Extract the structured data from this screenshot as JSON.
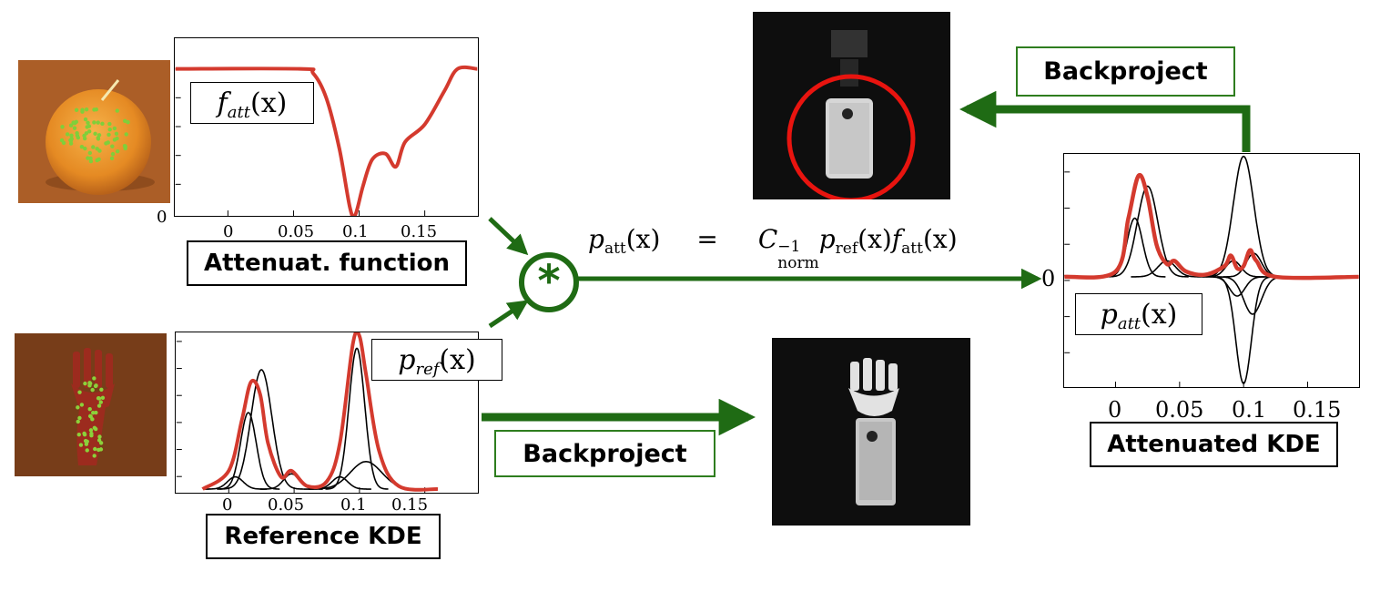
{
  "labels": {
    "attenuat_function": "Attenuat. function",
    "reference_kde": "Reference KDE",
    "attenuated_kde": "Attenuated KDE",
    "backproject_top": "Backproject",
    "backproject_bottom": "Backproject"
  },
  "math": {
    "f_att": {
      "base": "f",
      "sub": "att",
      "arg": "(x)"
    },
    "p_ref": {
      "base": "p",
      "sub": "ref",
      "arg": "(x)"
    },
    "p_att": {
      "base": "p",
      "sub": "att",
      "arg": "(x)"
    },
    "equation": {
      "lhs_base": "p",
      "lhs_sub": "att",
      "lhs_arg": "(x)",
      "eq": "=",
      "c_base": "C",
      "c_sup": "−1",
      "c_sub": "norm",
      "r1_base": "p",
      "r1_sub": "ref",
      "r1_arg": "(x)",
      "r2_base": "f",
      "r2_sub": "att",
      "r2_arg": "(x)"
    }
  },
  "operator_symbol": "*",
  "axis_zero_left": "0",
  "axis_zero_right": "0",
  "colors": {
    "arrow_green": "#1f6b14",
    "kde_red": "#d43a2e",
    "circle_red": "#e8140f"
  },
  "chart_data": [
    {
      "type": "line",
      "name_ref": "Attenuat. function",
      "x_ticks": [
        "0",
        "0.05",
        "0.1",
        "0.15"
      ],
      "xlim": [
        -0.04,
        0.19
      ],
      "series": [
        {
          "values_x": [
            -0.04,
            0.055,
            0.065,
            0.075,
            0.085,
            0.093,
            0.097,
            0.103,
            0.11,
            0.12,
            0.128,
            0.135,
            0.15,
            0.165,
            0.175,
            0.19
          ],
          "values_y": [
            1.0,
            1.0,
            0.97,
            0.8,
            0.45,
            0.05,
            0.0,
            0.2,
            0.38,
            0.42,
            0.33,
            0.5,
            0.62,
            0.85,
            1.0,
            1.0
          ]
        }
      ]
    },
    {
      "type": "line",
      "name_ref": "Reference KDE",
      "x_ticks": [
        "0",
        "0.05",
        "0.1",
        "0.15"
      ],
      "xlim": [
        -0.04,
        0.19
      ],
      "series": [
        {
          "values_x": [
            -0.02,
            0.0,
            0.01,
            0.017,
            0.024,
            0.03,
            0.04,
            0.048,
            0.06,
            0.075,
            0.085,
            0.095,
            0.1,
            0.105,
            0.115,
            0.13,
            0.16
          ],
          "values_y": [
            0.0,
            0.12,
            0.45,
            0.7,
            0.62,
            0.3,
            0.08,
            0.12,
            0.02,
            0.05,
            0.3,
            0.95,
            1.0,
            0.75,
            0.25,
            0.02,
            0.0
          ]
        }
      ]
    },
    {
      "type": "line",
      "name_ref": "Attenuated KDE",
      "x_ticks": [
        "0",
        "0.05",
        "0.1",
        "0.15"
      ],
      "xlim": [
        -0.04,
        0.19
      ],
      "series": [
        {
          "values_x": [
            -0.04,
            0.0,
            0.01,
            0.018,
            0.025,
            0.032,
            0.04,
            0.046,
            0.055,
            0.07,
            0.085,
            0.09,
            0.095,
            0.1,
            0.105,
            0.11,
            0.125,
            0.19
          ],
          "values_y": [
            0.0,
            0.05,
            0.55,
            0.95,
            0.75,
            0.3,
            0.12,
            0.15,
            0.05,
            0.02,
            0.1,
            0.2,
            0.08,
            0.1,
            0.25,
            0.15,
            0.0,
            0.0
          ]
        }
      ]
    }
  ]
}
